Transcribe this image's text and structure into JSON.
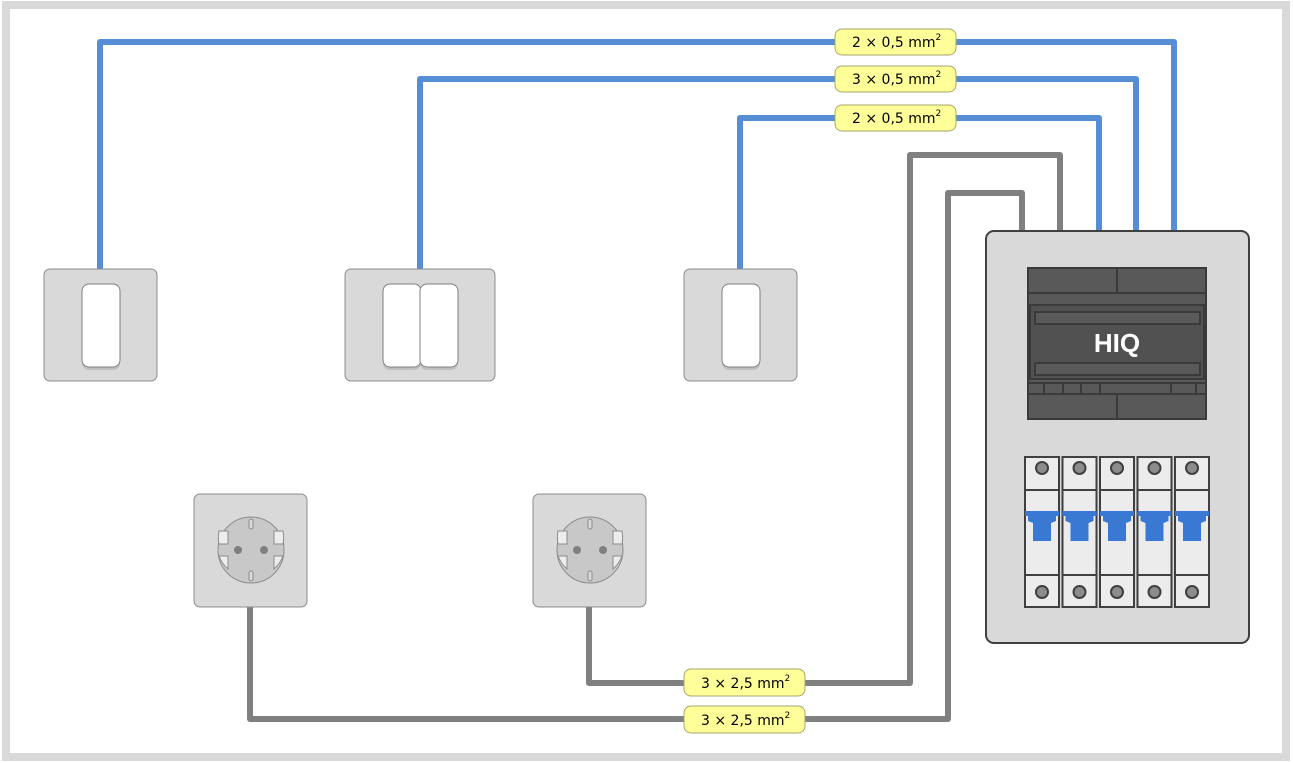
{
  "diagram": {
    "title": "Electrical installation wiring plan",
    "colors": {
      "control_wire": "#558ed5",
      "power_wire": "#808080",
      "label_fill": "#ffff99",
      "breaker_toggle": "#3a79d3",
      "meter_body": "#595959"
    },
    "distribution_box": {
      "meter_label": "HIQ",
      "breaker_count": 5
    },
    "devices": [
      {
        "type": "switch",
        "name": "single-switch-1",
        "rockers": 1
      },
      {
        "type": "switch",
        "name": "double-switch",
        "rockers": 2
      },
      {
        "type": "switch",
        "name": "single-switch-2",
        "rockers": 1
      },
      {
        "type": "socket",
        "name": "socket-1"
      },
      {
        "type": "socket",
        "name": "socket-2"
      }
    ],
    "cables": [
      {
        "id": "cable-1",
        "kind": "control",
        "from": "single-switch-1",
        "to": "distribution-box",
        "count": "2",
        "size": "0,5",
        "unit": "mm",
        "exp": "2"
      },
      {
        "id": "cable-2",
        "kind": "control",
        "from": "double-switch",
        "to": "distribution-box",
        "count": "3",
        "size": "0,5",
        "unit": "mm",
        "exp": "2"
      },
      {
        "id": "cable-3",
        "kind": "control",
        "from": "single-switch-2",
        "to": "distribution-box",
        "count": "2",
        "size": "0,5",
        "unit": "mm",
        "exp": "2"
      },
      {
        "id": "cable-4",
        "kind": "power",
        "from": "socket-2",
        "to": "distribution-box",
        "count": "3",
        "size": "2,5",
        "unit": "mm",
        "exp": "2"
      },
      {
        "id": "cable-5",
        "kind": "power",
        "from": "socket-1",
        "to": "distribution-box",
        "count": "3",
        "size": "2,5",
        "unit": "mm",
        "exp": "2"
      }
    ],
    "labels": {
      "cable_1": {
        "text": "2 × 0,5 mm",
        "sup": "2"
      },
      "cable_2": {
        "text": "3 × 0,5 mm",
        "sup": "2"
      },
      "cable_3": {
        "text": "2 × 0,5 mm",
        "sup": "2"
      },
      "cable_4": {
        "text": "3 × 2,5 mm",
        "sup": "2"
      },
      "cable_5": {
        "text": "3 × 2,5 mm",
        "sup": "2"
      }
    }
  }
}
